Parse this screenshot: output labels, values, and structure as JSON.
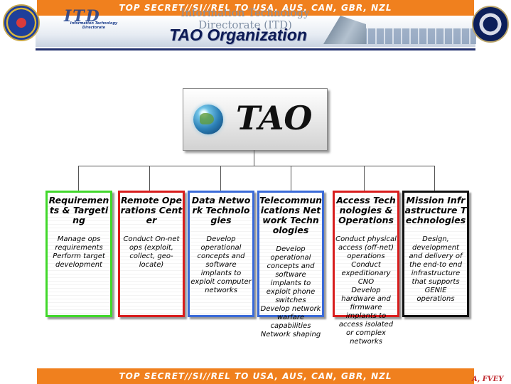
{
  "classification": {
    "top": "TOP SECRET//SI//REL TO USA, AUS, CAN, GBR, NZL",
    "bottom": "TOP SECRET//SI//REL TO USA, AUS, CAN, GBR, NZL",
    "corner": "A, FVEY"
  },
  "header": {
    "logo_letters": "ITD",
    "logo_subtitle": "Information Technology Directorate",
    "ghost_title": "Information Technology Directorate (ITD)",
    "title": "TAO Organization"
  },
  "root": {
    "label": "TAO"
  },
  "units": [
    {
      "title": "Requirements & Targeting",
      "desc": "Manage ops requirements\nPerform target development",
      "border": "#41d82b"
    },
    {
      "title": "Remote Operations Center",
      "desc": "Conduct On-net ops (exploit, collect, geo-locate)",
      "border": "#d81d1d"
    },
    {
      "title": "Data Network Technologies",
      "desc": "Develop operational concepts and software implants to exploit computer networks",
      "border": "#3a6ad8"
    },
    {
      "title": "Telecommunications Network Technologies",
      "desc": "Develop operational concepts and software implants to exploit phone switches\nDevelop network warfare capabilities\nNetwork shaping",
      "border": "#3a6ad8"
    },
    {
      "title": "Access Technologies & Operations",
      "desc": "Conduct physical access (off-net) operations\nConduct expeditionary CNO\nDevelop hardware and firmware implants to access isolated or complex networks",
      "border": "#d81d1d"
    },
    {
      "title": "Mission Infrastructure Technologies",
      "desc": "Design, development and delivery of the end-to end infrastructure that supports GENIE operations",
      "border": "#111111"
    }
  ]
}
